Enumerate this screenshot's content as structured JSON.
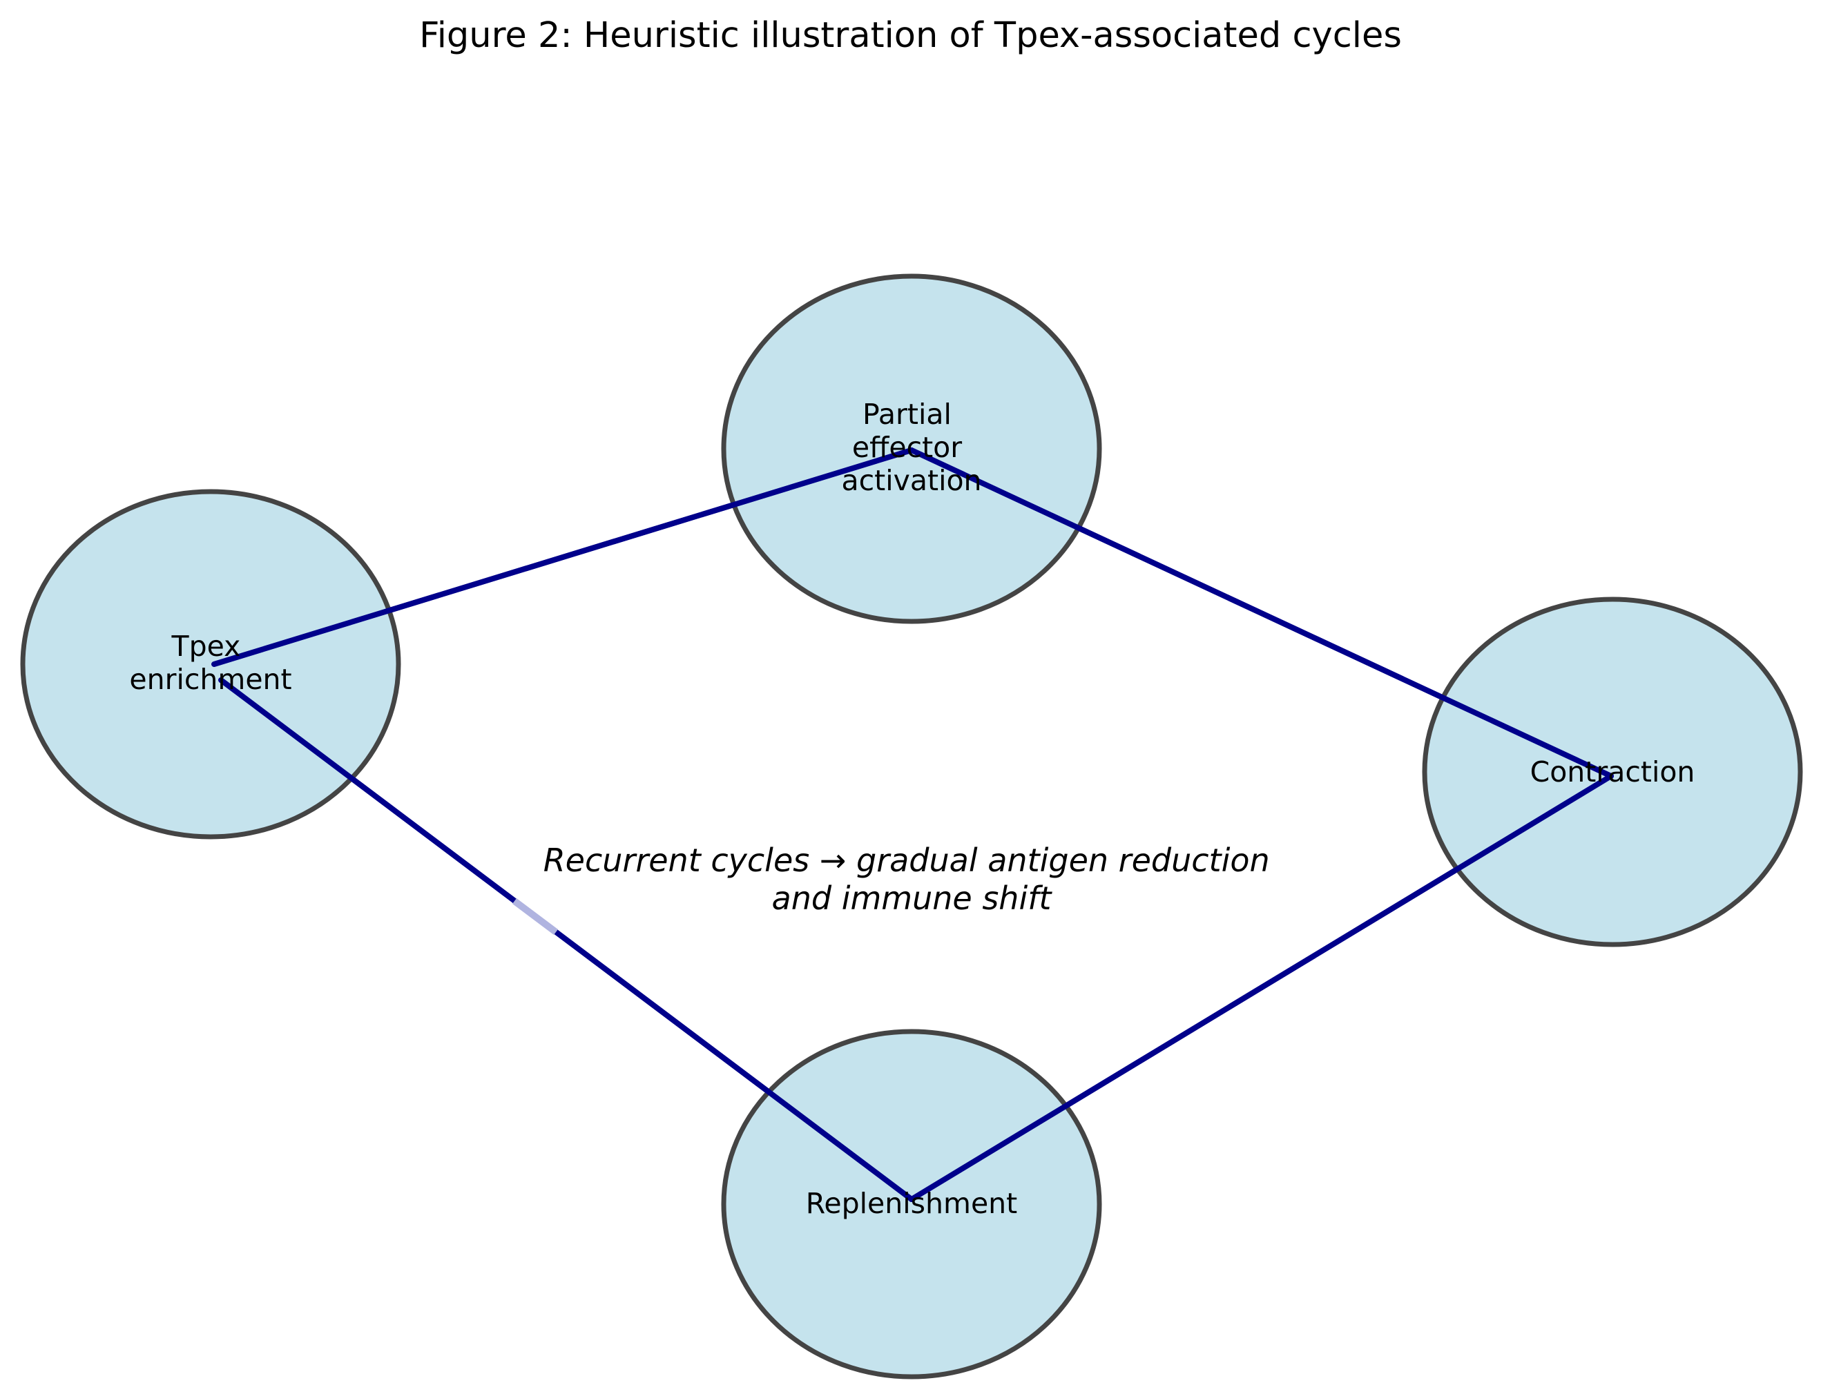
{
  "figure": {
    "title": "Figure 2: Heuristic illustration of Tpex-associated cycles"
  },
  "nodes": [
    {
      "id": "tpex",
      "label_lines": [
        "Tpex",
        "enrichment"
      ]
    },
    {
      "id": "partial",
      "label_lines": [
        "Partial",
        "effector",
        "activation"
      ]
    },
    {
      "id": "contraction",
      "label_lines": [
        "Contraction"
      ]
    },
    {
      "id": "replenishment",
      "label_lines": [
        "Replenishment"
      ]
    }
  ],
  "edges": [
    {
      "from": "tpex",
      "to": "partial"
    },
    {
      "from": "partial",
      "to": "contraction"
    },
    {
      "from": "contraction",
      "to": "replenishment"
    },
    {
      "from": "replenishment",
      "to": "tpex"
    }
  ],
  "annotation": {
    "lines": [
      "Recurrent cycles → gradual antigen reduction",
      "and immune shift"
    ]
  },
  "colors": {
    "node_fill": "#c5e3ed",
    "node_stroke": "#444444",
    "edge": "#00008b",
    "edge_faded": "#b0b4e0"
  }
}
